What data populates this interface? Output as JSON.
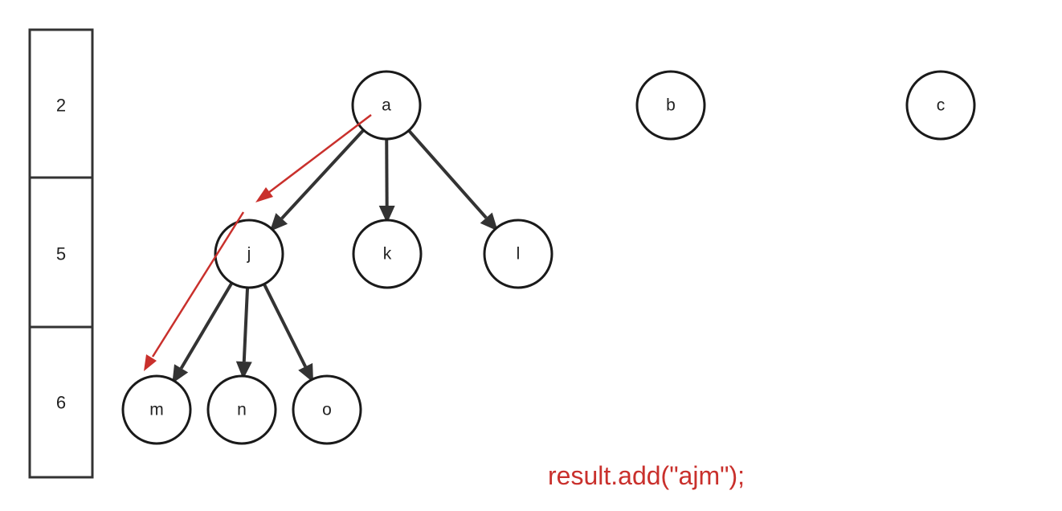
{
  "stack": {
    "cells": [
      "2",
      "5",
      "6"
    ]
  },
  "tree": {
    "nodes": [
      {
        "id": "a",
        "label": "a"
      },
      {
        "id": "b",
        "label": "b"
      },
      {
        "id": "c",
        "label": "c"
      },
      {
        "id": "j",
        "label": "j"
      },
      {
        "id": "k",
        "label": "k"
      },
      {
        "id": "l",
        "label": "l"
      },
      {
        "id": "m",
        "label": "m"
      },
      {
        "id": "n",
        "label": "n"
      },
      {
        "id": "o",
        "label": "o"
      }
    ],
    "edges": [
      {
        "from": "a",
        "to": "j"
      },
      {
        "from": "a",
        "to": "k"
      },
      {
        "from": "a",
        "to": "l"
      },
      {
        "from": "j",
        "to": "m"
      },
      {
        "from": "j",
        "to": "n"
      },
      {
        "from": "j",
        "to": "o"
      }
    ],
    "traversal_path": [
      "a",
      "j",
      "m"
    ]
  },
  "code": {
    "text": "result.add(\"ajm\");"
  },
  "colors": {
    "path": "#c9302c",
    "edge": "#333333",
    "node_stroke": "#1a1a1a"
  }
}
